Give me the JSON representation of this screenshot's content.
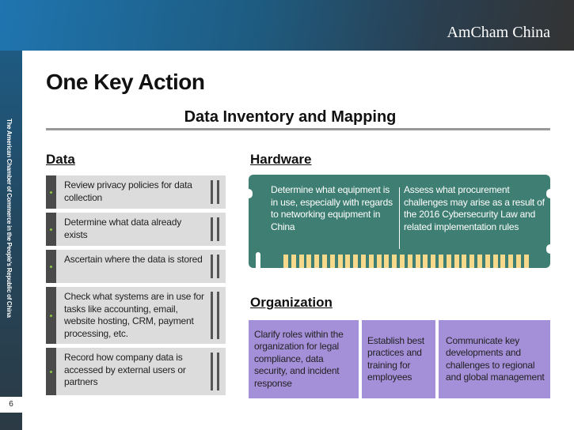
{
  "header": {
    "brand": "AmCham China"
  },
  "sidebar": {
    "org_name": "The American Chamber of Commerce in the People's Republic of China",
    "page_number": "6"
  },
  "slide": {
    "title": "One Key Action",
    "subtitle": "Data Inventory and Mapping"
  },
  "data": {
    "heading": "Data",
    "items": [
      "Review privacy policies for data collection",
      "Determine what data already exists",
      "Ascertain where the data is stored",
      "Check what systems are in use for tasks like accounting, email, website hosting, CRM, payment processing, etc.",
      "Record how company data is accessed by external users or partners"
    ]
  },
  "hardware": {
    "heading": "Hardware",
    "items": [
      "Determine what equipment is in use, especially with regards to networking equipment in China",
      "Assess what procurement challenges may arise as a result of the 2016 Cybersecurity Law and related implementation rules"
    ]
  },
  "organization": {
    "heading": "Organization",
    "items": [
      "Clarify roles within the organization for legal compliance, data security, and incident response",
      "Establish best practices and training for employees",
      "Communicate key developments and challenges to regional and global management"
    ]
  },
  "colors": {
    "board": "#3f7f73",
    "pins": "#f6d98a",
    "org_box": "#a48fd9",
    "item_box": "#dcdcdc",
    "bullet": "#8dc63f"
  }
}
